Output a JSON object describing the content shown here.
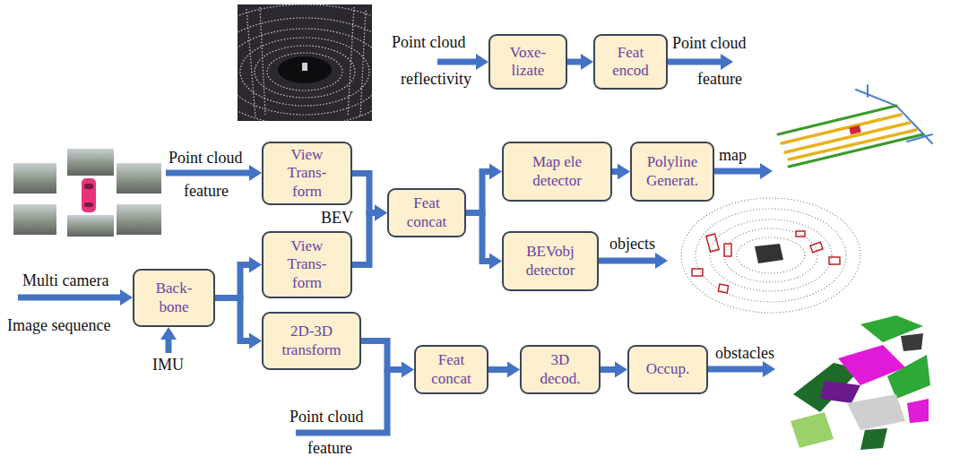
{
  "diagram": {
    "nodes": [
      {
        "text": [
          "Voxe- lizate"
        ]
      },
      {
        "text": [
          "Feat encod"
        ]
      },
      {
        "text": [
          "View Trans- form"
        ]
      },
      {
        "text": [
          "Feat concat"
        ]
      },
      {
        "text": [
          "Map ele detector"
        ]
      },
      {
        "text": [
          "Polyline Generat."
        ]
      },
      {
        "text": [
          "BEVobj detector"
        ]
      },
      {
        "text": [
          "Back- bone"
        ]
      },
      {
        "text": [
          "View Trans- form"
        ]
      },
      {
        "text": [
          "2D-3D transform"
        ]
      },
      {
        "text": [
          "Feat concat"
        ]
      },
      {
        "text": [
          "3D decod."
        ]
      },
      {
        "text": [
          "Occup."
        ]
      }
    ],
    "edges": [
      {
        "from": 0,
        "to": 1,
        "arrow": "to"
      },
      {
        "from": 2,
        "to": 3,
        "arrow": "to"
      },
      {
        "from": 8,
        "to": 3,
        "arrow": "to"
      },
      {
        "from": 3,
        "to": 4,
        "arrow": "to"
      },
      {
        "from": 3,
        "to": 6,
        "arrow": "to"
      },
      {
        "from": 4,
        "to": 5,
        "arrow": "to"
      },
      {
        "from": 7,
        "to": 8,
        "arrow": "to"
      },
      {
        "from": 7,
        "to": 9,
        "arrow": "to"
      },
      {
        "from": 9,
        "to": 10,
        "arrow": "to"
      },
      {
        "from": 10,
        "to": 11,
        "arrow": "to"
      },
      {
        "from": 11,
        "to": 12,
        "arrow": "to"
      }
    ],
    "labels": [
      "Point cloud",
      "reflectivity",
      "Point cloud",
      "feature",
      "Point cloud",
      "feature",
      "BEV",
      "map",
      "objects",
      "Multi camera",
      "Image sequence",
      "IMU",
      "obstacles",
      "Point cloud",
      "feature"
    ]
  }
}
